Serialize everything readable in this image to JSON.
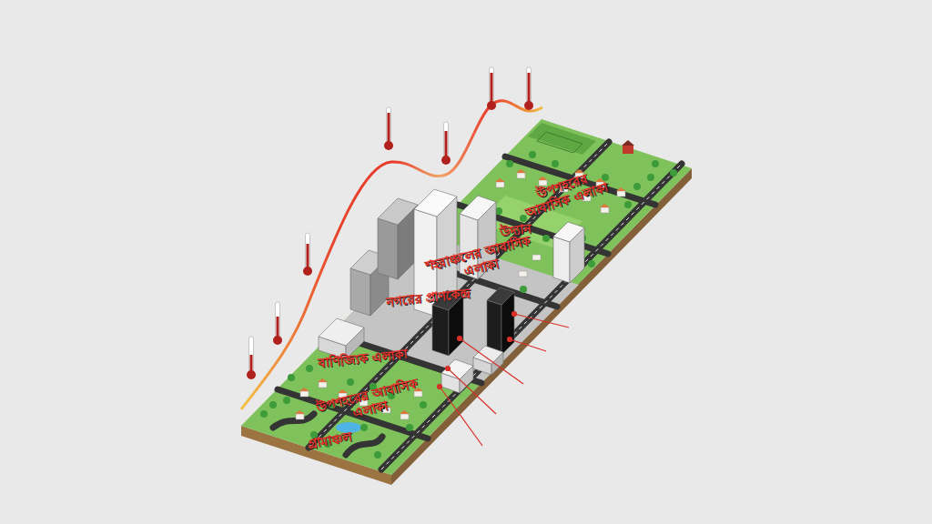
{
  "diagram": {
    "labels": [
      "উপশহরের আবাসিক এলাকা",
      "উদ্যান",
      "শহরাঞ্চলের আবাসিক এলাকা",
      "নগরের প্রাণকেন্দ্র",
      "বাণিজ্যিক এলাকা",
      "উপশহরের আবাসিক এলাকা",
      "গ্রামাঞ্চল"
    ]
  }
}
